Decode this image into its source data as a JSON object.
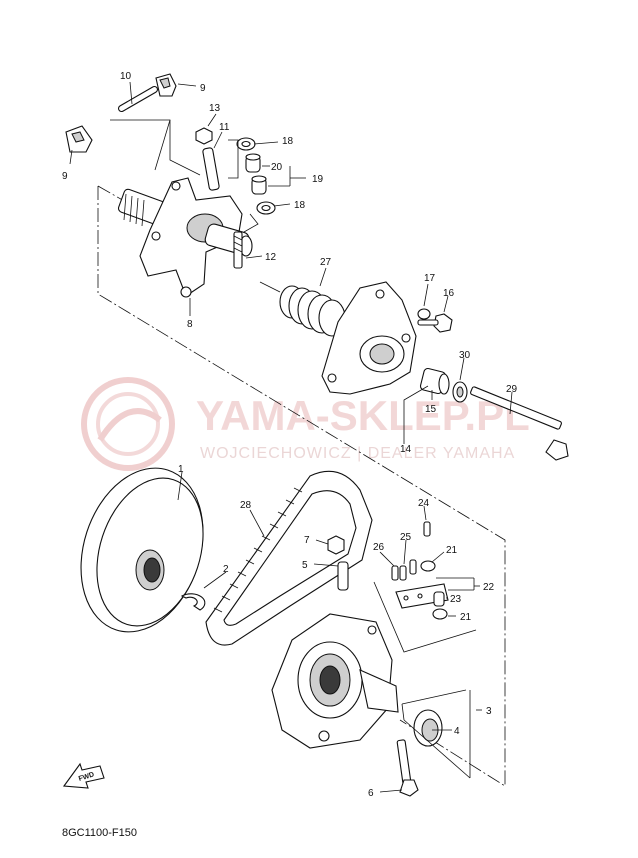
{
  "watermark": {
    "title": "YAMA-SKLEP.PL",
    "subtitle": "WOJCIECHOWICZ | DEALER YAMAHA"
  },
  "diagram_code": "8GC1100-F150",
  "fwd_label": "FWD",
  "callouts": {
    "c1": "1",
    "c2": "2",
    "c3": "3",
    "c4": "4",
    "c5": "5",
    "c6": "6",
    "c7": "7",
    "c8": "8",
    "c9a": "9",
    "c9b": "9",
    "c10": "10",
    "c11": "11",
    "c12": "12",
    "c13": "13",
    "c14": "14",
    "c15": "15",
    "c16": "16",
    "c17": "17",
    "c18a": "18",
    "c18b": "18",
    "c19": "19",
    "c20": "20",
    "c21a": "21",
    "c21b": "21",
    "c22": "22",
    "c23": "23",
    "c24": "24",
    "c25": "25",
    "c26": "26",
    "c27": "27",
    "c28": "28",
    "c29": "29",
    "c30": "30"
  }
}
